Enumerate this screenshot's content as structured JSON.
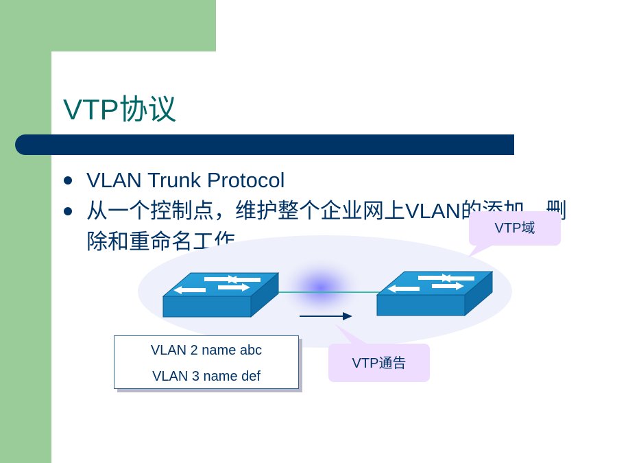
{
  "slide": {
    "title": "VTP协议",
    "bullets": [
      "VLAN Trunk Protocol",
      "从一个控制点，维护整个企业网上VLAN的添加、删除和重命名工作"
    ]
  },
  "diagram": {
    "vlan_list": [
      "VLAN 2 name abc",
      "VLAN 3 name def"
    ],
    "callout_domain": "VTP域",
    "callout_advertisement": "VTP通告",
    "switch_left_icon": "network-switch-icon",
    "switch_right_icon": "network-switch-icon",
    "arrow_icon": "arrow-right-icon"
  },
  "colors": {
    "sidebar_green": "#99cc99",
    "title_teal": "#006666",
    "navy": "#003366",
    "switch_blue": "#1e8fce",
    "callout_lavender": "#eeddff"
  }
}
